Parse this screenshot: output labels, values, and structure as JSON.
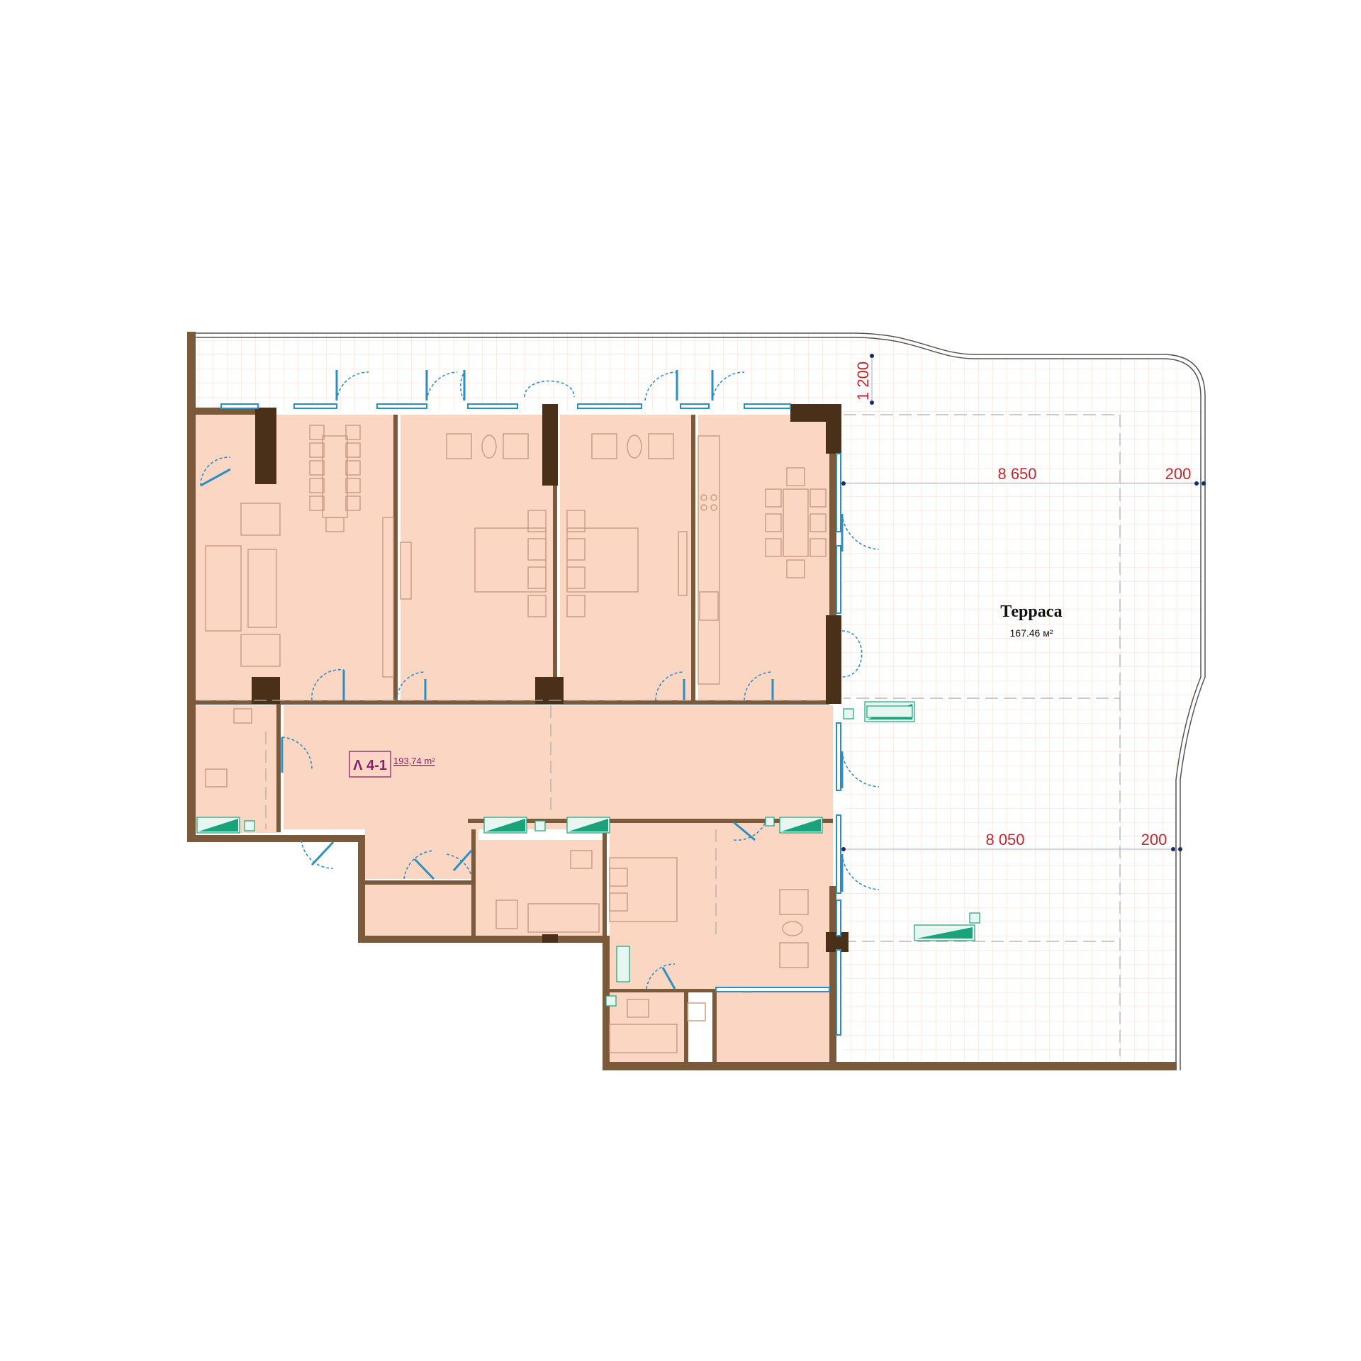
{
  "terrace": {
    "name": "Терраса",
    "area": "167.46 м²"
  },
  "apartment": {
    "id": "Λ 4-1",
    "area": "193,74 m²"
  },
  "dimensions": {
    "depth": "1 200",
    "width_top": "8 650",
    "width_bottom": "8 050",
    "offset_top": "200",
    "offset_bottom": "200"
  },
  "colors": {
    "room_fill": "#fbd6c3",
    "wall": "#7a5a3a",
    "column": "#4a3018",
    "dimension_text": "#c0262d",
    "label_accent": "#8a1f74",
    "glazing": "#2a8fc4"
  }
}
